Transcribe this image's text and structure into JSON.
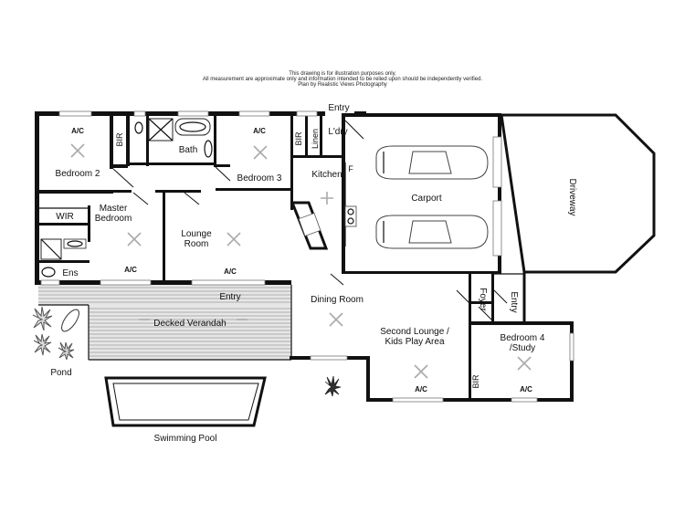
{
  "disclaimer": [
    "This drawing is for illustration purposes only.",
    "All measurement are approximate only and information intended to be relied upon should be independently verified.",
    "Plan by Realistic Views Photography"
  ],
  "rooms": {
    "bedroom2": "Bedroom 2",
    "bedroom3": "Bedroom 3",
    "master1": "Master",
    "master2": "Bedroom",
    "lounge1": "Lounge",
    "lounge2": "Room",
    "kitchen": "Kitchen",
    "laundry": "L'dry",
    "linen": "Linen",
    "bath": "Bath",
    "bir": "BIR",
    "wir": "WIR",
    "ens": "Ens",
    "carport": "Carport",
    "driveway": "Driveway",
    "dining": "Dining Room",
    "second1": "Second Lounge /",
    "second2": "Kids Play Area",
    "bed4a": "Bedroom 4",
    "bed4b": "/Study",
    "foyer": "Foyer",
    "entry": "Entry",
    "verandah": "Decked Verandah",
    "pond": "Pond",
    "pool": "Swimming Pool",
    "fridge": "F",
    "ac": "A/C"
  }
}
